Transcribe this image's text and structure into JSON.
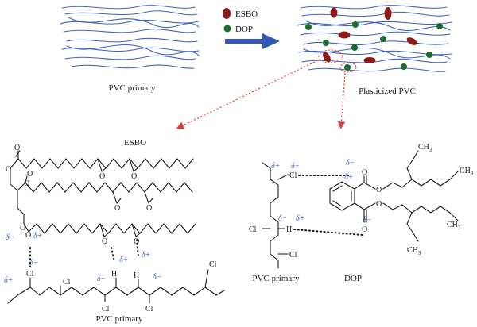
{
  "legend": {
    "esbo": {
      "label": "ESBO",
      "color": "#8b1a1a"
    },
    "dop": {
      "label": "DOP",
      "color": "#1e6b2e"
    }
  },
  "panels": {
    "pvc_primary": "PVC primary",
    "plasticized": "Plasticized PVC"
  },
  "structures": {
    "esbo_title": "ESBO",
    "pvc_left": "PVC primary",
    "pvc_right": "PVC primary",
    "dop_label": "DOP"
  },
  "atoms": {
    "O": "O",
    "Cl": "Cl",
    "H": "H",
    "CH3": "CH",
    "sub3": "3"
  },
  "partial_charges": {
    "plus": "δ+",
    "minus": "δ−"
  },
  "colors": {
    "fiber": "#3d63c2",
    "arrow_blue": "#3558b8",
    "pointer_red": "#e53935",
    "delta": "#3c5fb8"
  }
}
